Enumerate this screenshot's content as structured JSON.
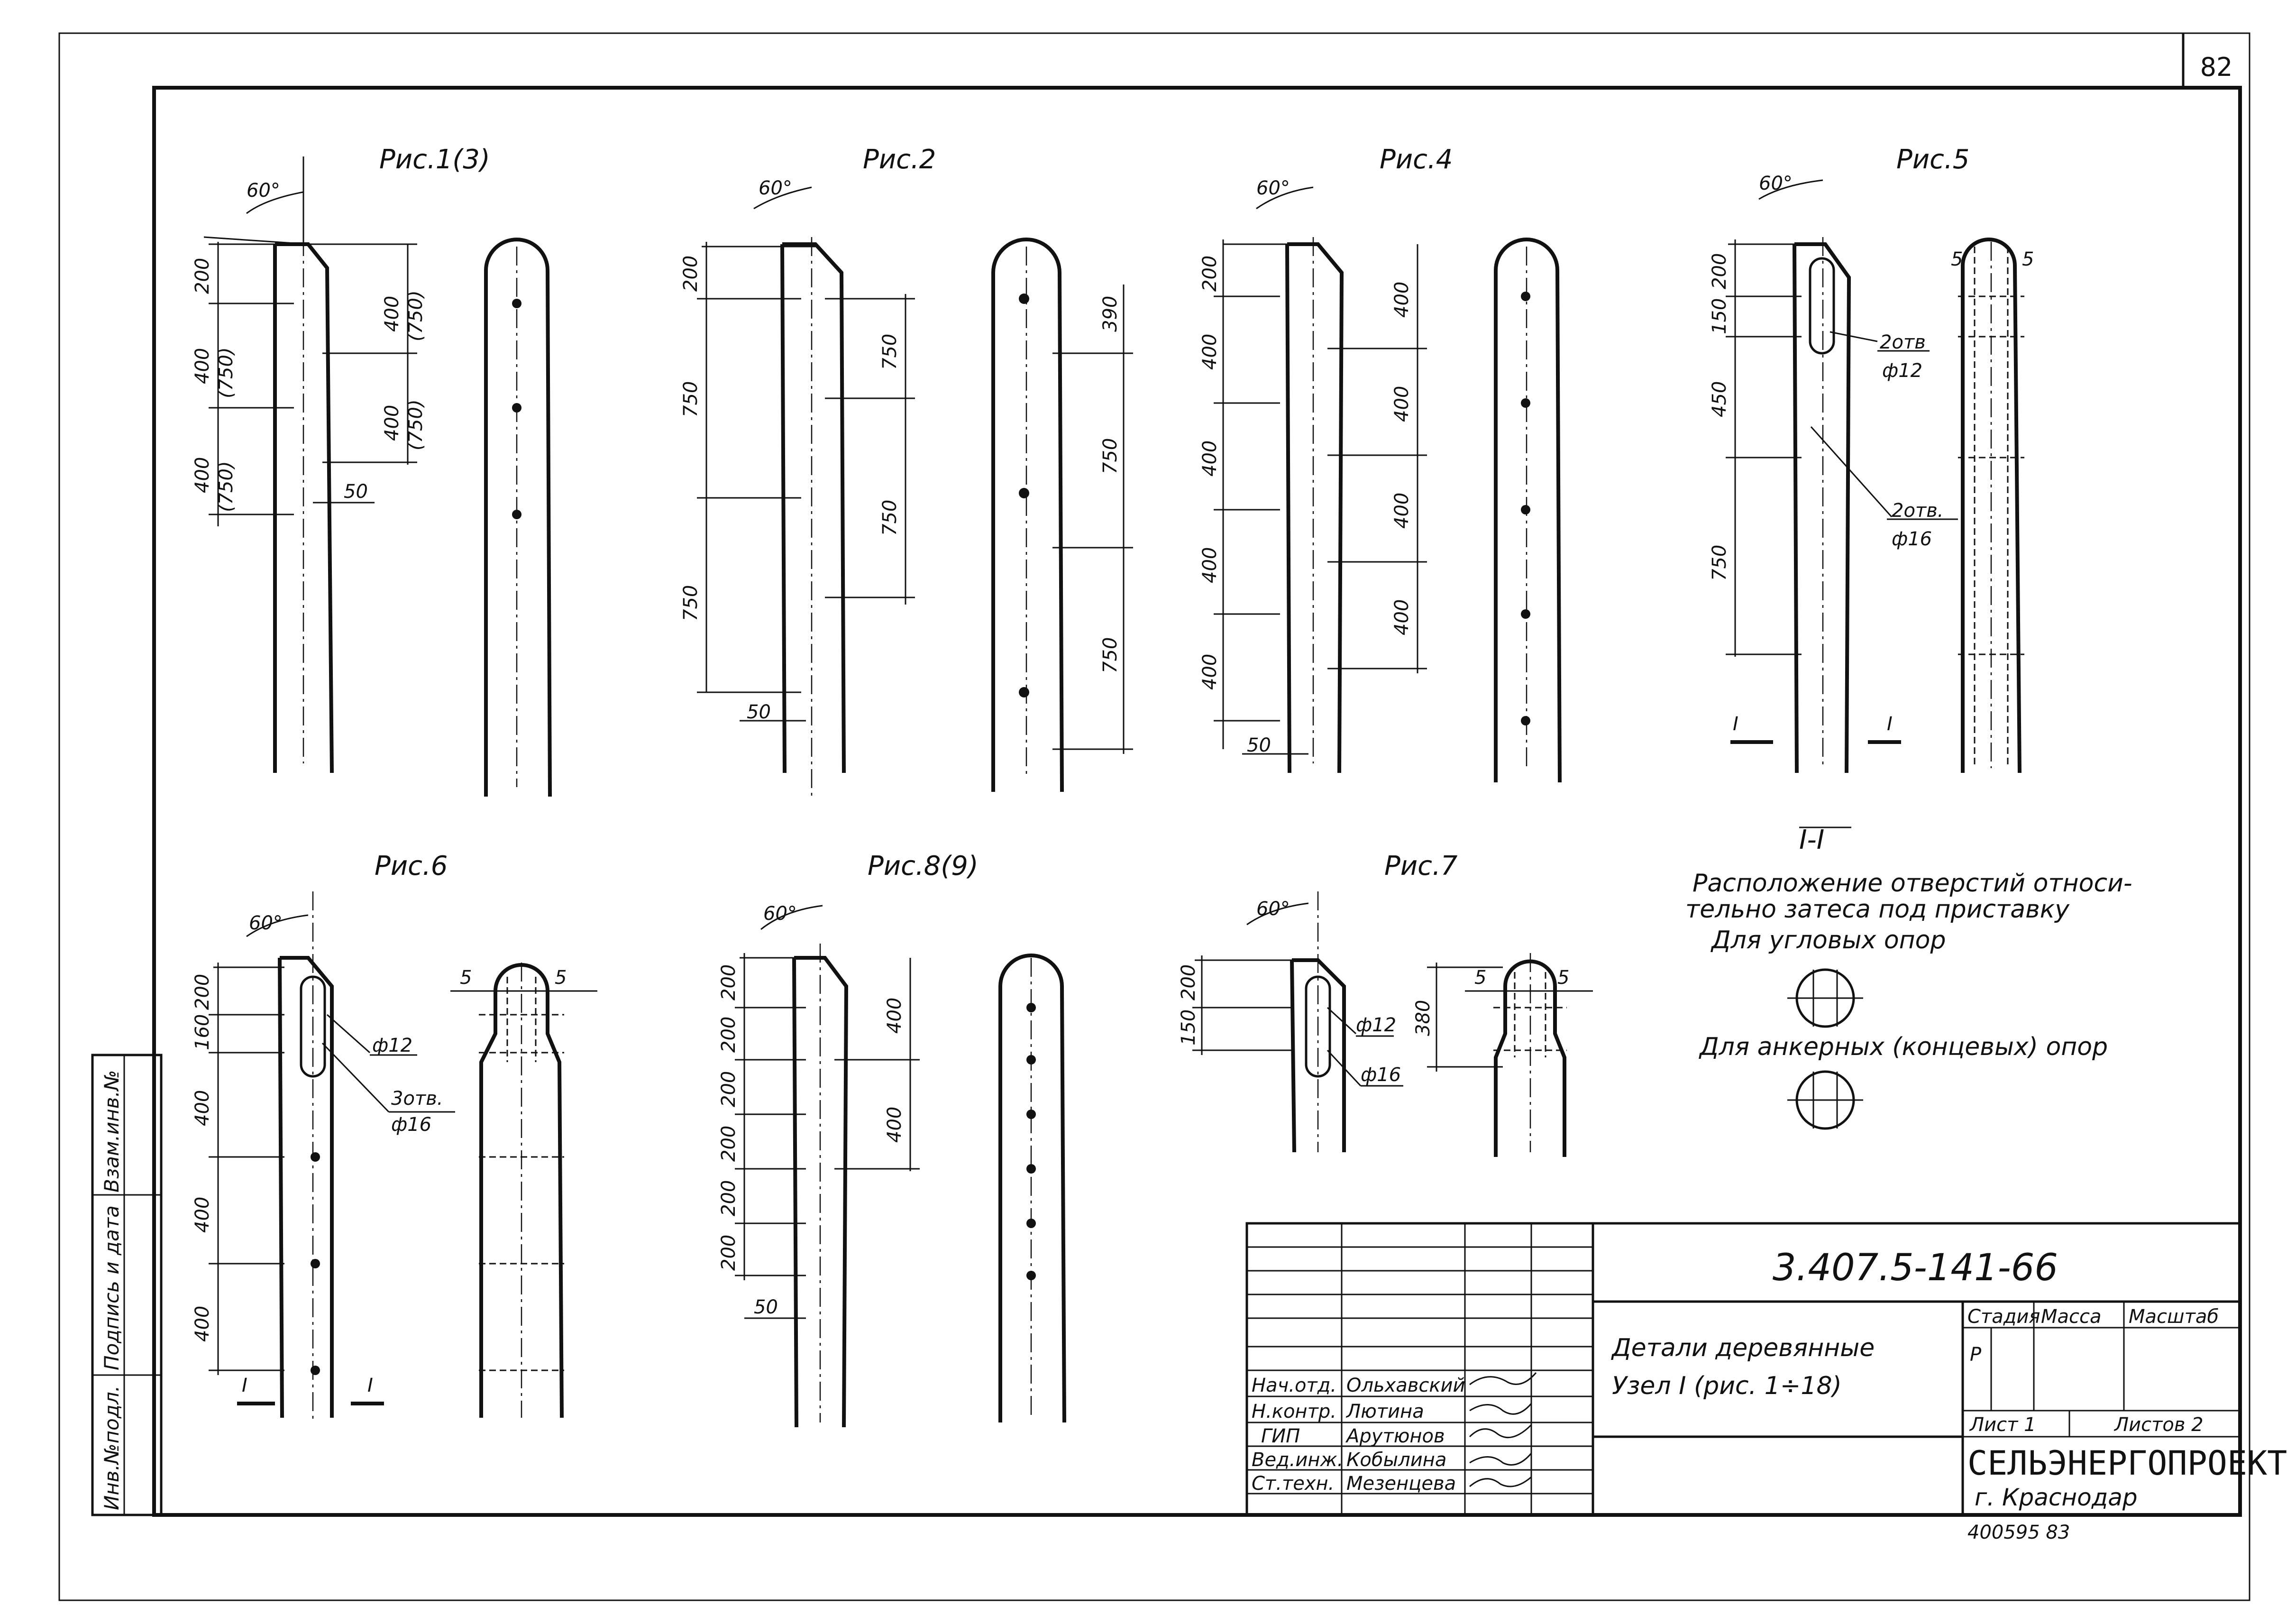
{
  "sheet_number": "82",
  "figures": {
    "fig1": {
      "title": "Рис.1(3)",
      "angle": "60°",
      "d200": "200",
      "d400a": "400",
      "d750a": "(750)",
      "d400b": "400",
      "d750b": "(750)",
      "r400a": "400",
      "r750a": "(750)",
      "r400b": "400",
      "r750b": "(750)",
      "d50": "50"
    },
    "fig2": {
      "title": "Рис.2",
      "angle": "60°",
      "d200": "200",
      "l750a": "750",
      "l750b": "750",
      "r750a": "750",
      "r750b": "750",
      "d50": "50",
      "f390": "390",
      "f750a": "750",
      "f750b": "750"
    },
    "fig4": {
      "title": "Рис.4",
      "angle": "60°",
      "l200": "200",
      "l400a": "400",
      "l400b": "400",
      "l400c": "400",
      "l400d": "400",
      "r400a": "400",
      "r400b": "400",
      "r400c": "400",
      "r400d": "400",
      "d50": "50"
    },
    "fig5": {
      "title": "Рис.5",
      "angle": "60°",
      "l200": "200",
      "l150": "150",
      "l450": "450",
      "l750": "750",
      "holes1": "2отв",
      "dia1": "ф12",
      "holes2": "2отв.",
      "dia2": "ф16",
      "s5a": "5",
      "s5b": "5",
      "sec1": "I",
      "sec2": "I"
    },
    "fig6": {
      "title": "Рис.6",
      "angle": "60°",
      "l200": "200",
      "l160": "160",
      "l400a": "400",
      "l400b": "400",
      "l400c": "400",
      "dia1": "ф12",
      "holes2": "3отв.",
      "dia2": "ф16",
      "s5a": "5",
      "s5b": "5",
      "sec1": "I",
      "sec2": "I"
    },
    "fig8": {
      "title": "Рис.8(9)",
      "angle": "60°",
      "l200a": "200",
      "l200b": "200",
      "l200c": "200",
      "l200d": "200",
      "l200e": "200",
      "l200f": "200",
      "r400a": "400",
      "r400b": "400",
      "d50": "50"
    },
    "fig7": {
      "title": "Рис.7",
      "angle": "60°",
      "l200": "200",
      "l150": "150",
      "dia1": "ф12",
      "dia2": "ф16",
      "d380": "380",
      "s5a": "5",
      "s5b": "5"
    }
  },
  "section": {
    "title": "I-I",
    "text_line1": "Расположение отверстий относи-",
    "text_line2": "тельно затеса под приставку",
    "label_angle": "Для угловых опор",
    "label_anchor": "Для анкерных (концевых) опор"
  },
  "side_stamp": {
    "col1": "Инв.№подл.",
    "col2": "Подпись и дата",
    "col3": "Взам.инв.№"
  },
  "title_block": {
    "doc_code": "3.407.5-141-66",
    "title_line1": "Детали деревянные",
    "title_line2": "Узел I (рис. 1÷18)",
    "stage_header": "Стадия",
    "mass_header": "Масса",
    "scale_header": "Масштаб",
    "stage_value": "Р",
    "sheet_label": "Лист 1",
    "sheets_label": "Листов 2",
    "org": "СЕЛЬЭНЕРГОПРОЕКТ",
    "city": "г. Краснодар",
    "staff": [
      {
        "role": "Нач.отд.",
        "name": "Ольхавский"
      },
      {
        "role": "Н.контр.",
        "name": "Лютина"
      },
      {
        "role": "ГИП",
        "name": "Арутюнов"
      },
      {
        "role": "Вед.инж.",
        "name": "Кобылина"
      },
      {
        "role": "Ст.техн.",
        "name": "Мезенцева"
      }
    ],
    "archive_no": "400595  83"
  }
}
